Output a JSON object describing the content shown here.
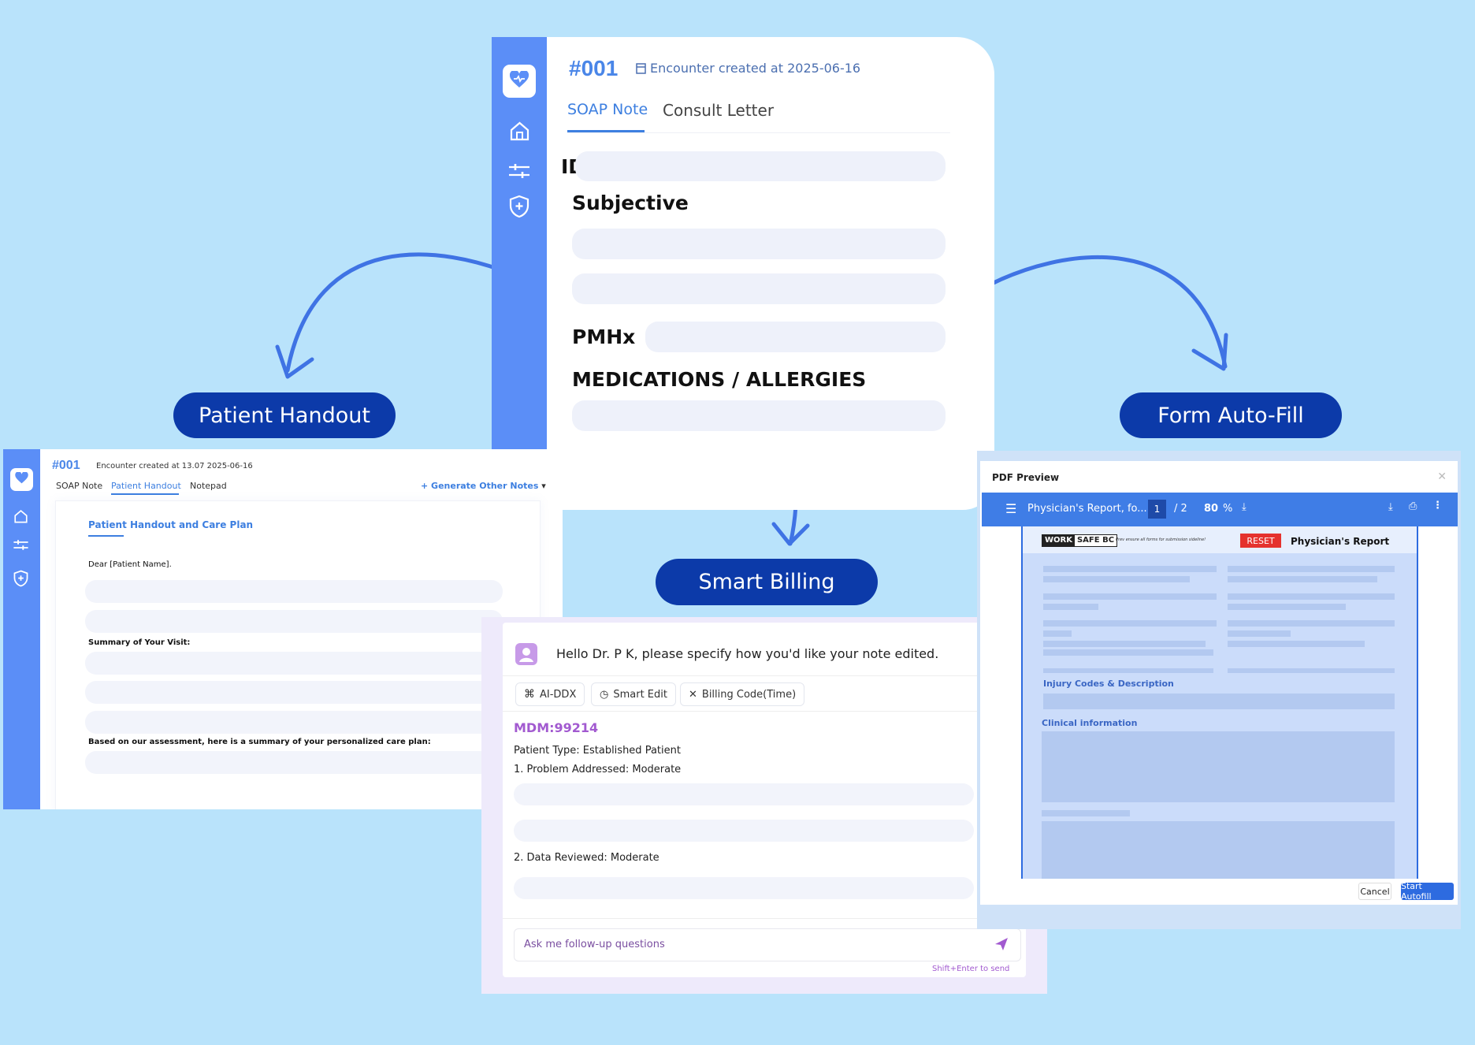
{
  "main": {
    "encounter_id": "#001",
    "encounter_meta": "Encounter created at 2025-06-16",
    "tabs": [
      {
        "label": "SOAP Note",
        "active": true
      },
      {
        "label": "Consult Letter",
        "active": false
      }
    ],
    "sections": {
      "id": "ID",
      "subjective": "Subjective",
      "pmhx": "PMHx",
      "meds": "MEDICATIONS / ALLERGIES"
    }
  },
  "pills": {
    "patient_handout": "Patient Handout",
    "form_autofill": "Form Auto-Fill",
    "smart_billing": "Smart Billing"
  },
  "handout": {
    "encounter_id": "#001",
    "encounter_meta": "Encounter created at 13.07 2025-06-16",
    "tabs": [
      {
        "label": "SOAP Note"
      },
      {
        "label": "Patient Handout"
      },
      {
        "label": "Notepad"
      }
    ],
    "generate_label": "Generate Other Notes",
    "title": "Patient Handout and Care Plan",
    "greeting": "Dear [Patient Name].",
    "summary_label": "Summary of Your Visit:",
    "care_plan_label": "Based on our assessment, here is a summary of your personalized care plan:"
  },
  "billing": {
    "greeting": "Hello Dr. P K, please specify how you'd like your note edited.",
    "chips": [
      {
        "label": "AI-DDX",
        "icon": "command-icon"
      },
      {
        "label": "Smart Edit",
        "icon": "clock-icon"
      },
      {
        "label": "Billing Code(Time)",
        "icon": "x-icon"
      }
    ],
    "mdm": "MDM:99214",
    "patient_type": "Patient Type: Established Patient",
    "problem": "1. Problem Addressed: Moderate",
    "data_reviewed": "2. Data Reviewed: Moderate",
    "input_placeholder": "Ask me follow-up questions",
    "hint": "Shift+Enter to send"
  },
  "pdf": {
    "title": "PDF Preview",
    "doc_name": "Physician's Report, fo...",
    "page": "1",
    "page_total": "/ 2",
    "zoom": "80",
    "zoom_unit": "%",
    "brand_work": "WORK",
    "brand_safe": "SAFE BC",
    "brand_tagline": "Prev ensure all forms for submission sideline!",
    "reset": "RESET",
    "report_title": "Physician's Report",
    "injury_label": "Injury Codes & Description",
    "clinical_label": "Clinical information",
    "cancel": "Cancel",
    "start": "Start Autofill"
  },
  "colors": {
    "background": "#b9e3fb",
    "sidebar": "#5b8ef7",
    "pill": "#0c3aa9",
    "arrow": "#3f73e4",
    "accent": "#3d7fe0",
    "mdm": "#a25ad0"
  }
}
